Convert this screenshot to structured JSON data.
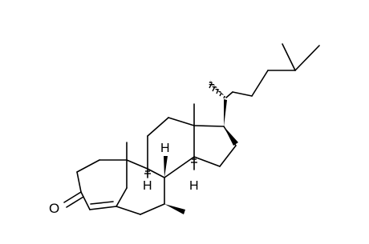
{
  "molecule": {
    "atom_labels": {
      "oxygen": "O",
      "h_c8": "H",
      "h_c9": "H",
      "h_c14": "H"
    },
    "colors": {
      "bond": "#000000",
      "background": "#ffffff"
    }
  }
}
